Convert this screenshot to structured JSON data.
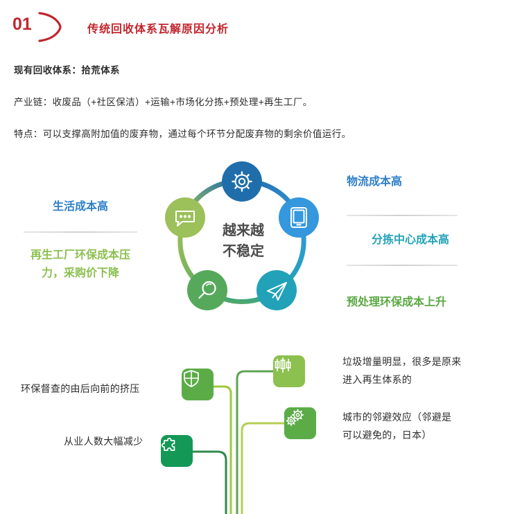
{
  "header": {
    "badge_number": "01",
    "badge_arc_icon": "arc-bracket-icon",
    "title": "传统回收体系瓦解原因分析",
    "accent_color": "#c0272d"
  },
  "intro": {
    "lines": [
      "现有回收体系：拾荒体系",
      "产业链：收废品（+社区保洁）+运输+市场化分拣+预处理+再生工厂。",
      "特点：可以支撑高附加值的废弃物，通过每个环节分配废弃物的剩余价值运行。"
    ]
  },
  "wheel": {
    "center_line_1": "越来越",
    "center_line_2": "不稳定",
    "nodes": [
      {
        "icon": "gear-icon",
        "color": "#1f6eab",
        "position": "top"
      },
      {
        "icon": "tablet-icon",
        "color": "#3597dd",
        "position": "right-upper"
      },
      {
        "icon": "paper-plane-icon",
        "color": "#22a2b8",
        "position": "right-lower"
      },
      {
        "icon": "magnifier-icon",
        "color": "#56a95a",
        "position": "left-lower"
      },
      {
        "icon": "speech-bubble-icon",
        "color": "#9cc05a",
        "position": "left-upper"
      }
    ]
  },
  "side_labels": {
    "left": [
      {
        "text": "生活成本高",
        "color": "#2f7fc8"
      },
      {
        "text_line_1": "再生工厂环保成本压",
        "text_line_2": "力，采购价下降",
        "color": "#8cc04f"
      }
    ],
    "right": [
      {
        "text": "物流成本高",
        "color": "#2f7fc8"
      },
      {
        "text": "分拣中心成本高",
        "color": "#22a2b8"
      },
      {
        "text": "预处理环保成本上升",
        "color": "#5aa843"
      }
    ]
  },
  "tree": {
    "tiles": [
      {
        "icon": "shield-icon",
        "color": "#5bac47",
        "label_ref": "environment-inspection"
      },
      {
        "icon": "candlestick-chart-icon",
        "color": "#8cc04f",
        "label_ref": "waste-increase"
      },
      {
        "icon": "double-gear-icon",
        "color": "#5bac47",
        "label_ref": "nimby-effect"
      },
      {
        "icon": "puzzle-piece-icon",
        "color": "#139855",
        "label_ref": "workforce-decline"
      }
    ]
  },
  "bottom_text": {
    "left": [
      "环保督查的由后向前的挤压",
      "从业人数大幅减少"
    ],
    "right": [
      {
        "line_1": "垃圾增量明显，很多是原来",
        "line_2": "进入再生体系的"
      },
      {
        "line_1": "城市的邻避效应（邻避是",
        "line_2": "可以避免的，日本）"
      }
    ]
  }
}
